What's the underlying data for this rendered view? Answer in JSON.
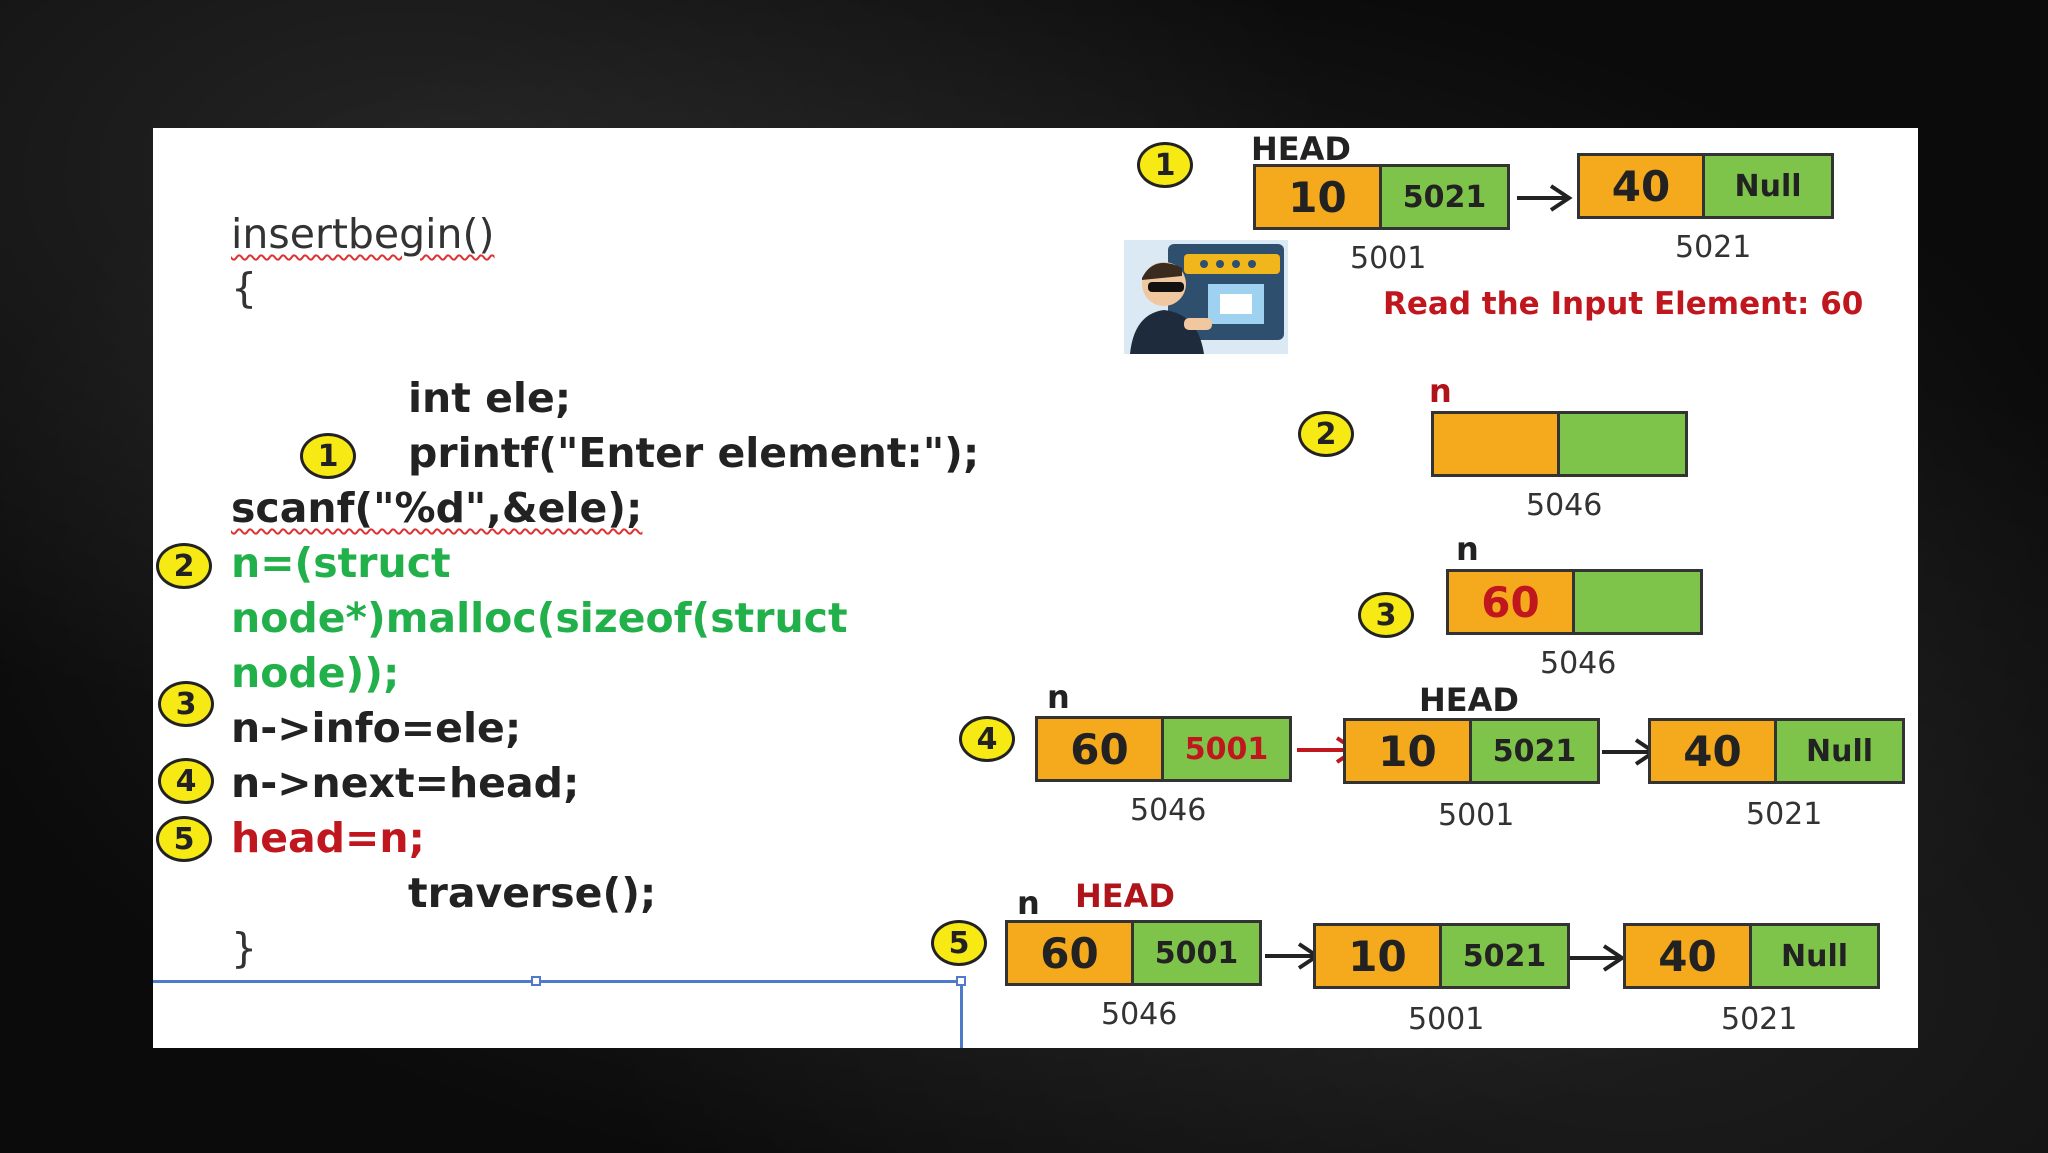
{
  "code": {
    "func": "insertbegin()",
    "open_brace": "{",
    "line_int": "int ele;",
    "line_printf": "printf(\"Enter element:\");",
    "line_scanf": "scanf(\"%d\",&ele);",
    "line_malloc_1": "n=(struct",
    "line_malloc_2": "node*)malloc(sizeof(struct",
    "line_malloc_3": "node));",
    "line_info": "n->info=ele;",
    "line_next": "n->next=head;",
    "line_head": "head=n;",
    "line_traverse": "traverse();",
    "close_brace": "}"
  },
  "badges": [
    "1",
    "2",
    "3",
    "4",
    "5"
  ],
  "diagram": {
    "head_label": "HEAD",
    "n_label": "n",
    "read_text": "Read the Input Element: 60",
    "icon": "person-at-computer-icon",
    "step1": {
      "nodes": [
        {
          "info": "10",
          "next": "5021",
          "addr": "5001"
        },
        {
          "info": "40",
          "next": "Null",
          "addr": "5021"
        }
      ]
    },
    "step2": {
      "addr": "5046"
    },
    "step3": {
      "info": "60",
      "addr": "5046"
    },
    "step4": {
      "nodes": [
        {
          "info": "60",
          "next": "5001",
          "addr": "5046"
        },
        {
          "info": "10",
          "next": "5021",
          "addr": "5001"
        },
        {
          "info": "40",
          "next": "Null",
          "addr": "5021"
        }
      ]
    },
    "step5": {
      "nodes": [
        {
          "info": "60",
          "next": "5001",
          "addr": "5046"
        },
        {
          "info": "10",
          "next": "5021",
          "addr": "5001"
        },
        {
          "info": "40",
          "next": "Null",
          "addr": "5021"
        }
      ]
    }
  },
  "colors": {
    "info_fill": "#f5a91c",
    "next_fill": "#7fc44a",
    "badge_fill": "#f7ea14",
    "code_green": "#22b04a",
    "code_red": "#c0161d"
  }
}
